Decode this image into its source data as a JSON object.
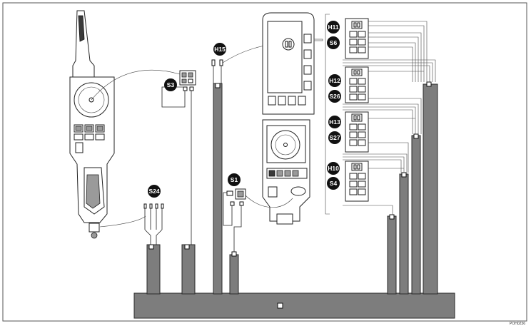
{
  "figure_id": "POH0236",
  "labels": {
    "s24": "S24",
    "s3": "S3",
    "h15": "H15",
    "s1": "S1",
    "h11": "H11",
    "s6": "S6",
    "h12": "H12",
    "s26": "S26",
    "h13": "H13",
    "s27": "S27",
    "h10": "H10",
    "s4": "S4"
  }
}
